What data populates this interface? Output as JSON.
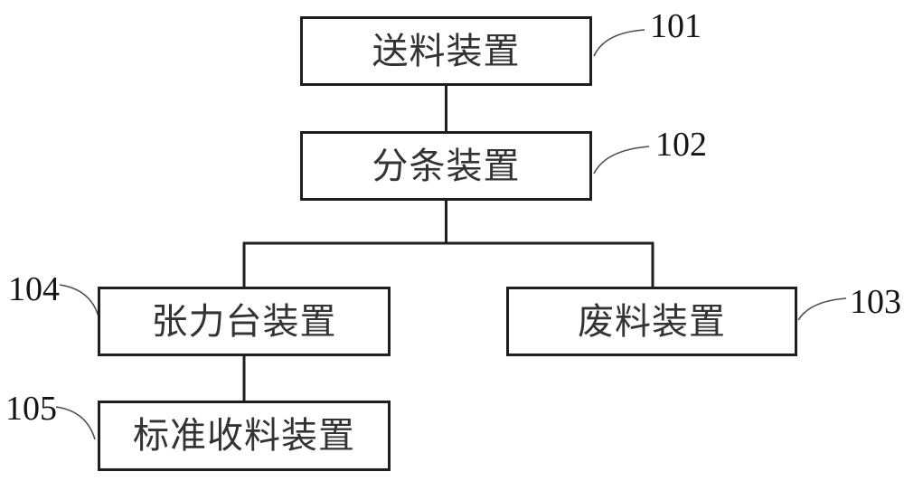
{
  "figure": {
    "type": "block-diagram",
    "colors": {
      "line": "#1f1f1f",
      "leader": "#4d4d4d",
      "box_text": "#333333",
      "ref_text": "#141414",
      "background": "#ffffff"
    },
    "nodes": [
      {
        "key": "feeding-device",
        "label": "送料装置",
        "ref": "101"
      },
      {
        "key": "slitting-device",
        "label": "分条装置",
        "ref": "102"
      },
      {
        "key": "tension-table-device",
        "label": "张力台装置",
        "ref": "104"
      },
      {
        "key": "waste-device",
        "label": "废料装置",
        "ref": "103"
      },
      {
        "key": "standard-rewinding-device",
        "label": "标准收料装置",
        "ref": "105"
      }
    ],
    "edges": [
      {
        "from": "101",
        "to": "102"
      },
      {
        "from": "102",
        "to": "104"
      },
      {
        "from": "102",
        "to": "103"
      },
      {
        "from": "104",
        "to": "105"
      }
    ]
  }
}
